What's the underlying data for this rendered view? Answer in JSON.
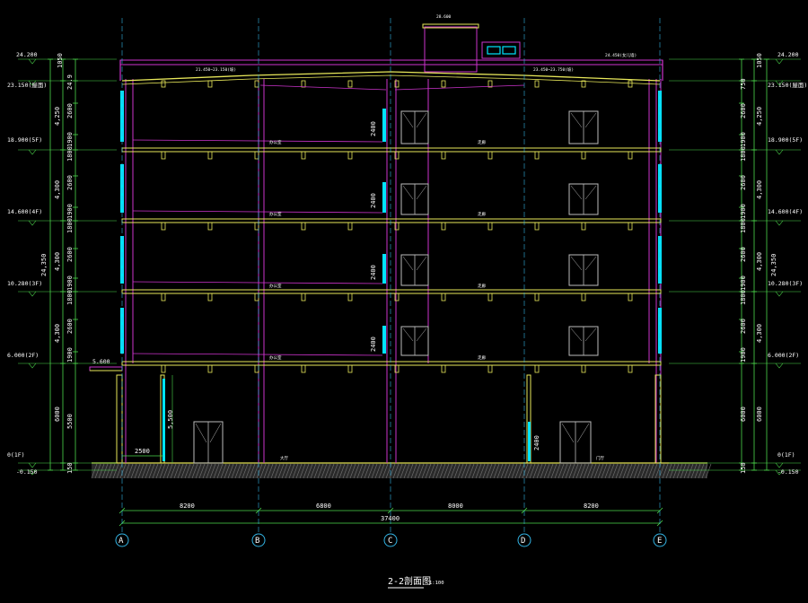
{
  "title": "2-2剖面图",
  "scale": "1:100",
  "colors": {
    "background": "#000000",
    "beam_slab": "#e8e85a",
    "wall": "#cc33cc",
    "glazing": "#00e5ff",
    "dimension": "#4cd94c",
    "axis": "#33b5e5",
    "door": "#bbbbbb",
    "ground_hatch": "#777777",
    "text": "#ffffff"
  },
  "axes": [
    "A",
    "B",
    "C",
    "D",
    "E"
  ],
  "bay_dims": [
    "8200",
    "6800",
    "8000",
    "8200"
  ],
  "total_dim": "37400",
  "left_levels": [
    {
      "id": "roof",
      "text": "24.200"
    },
    {
      "id": "f5r",
      "text": "23.150(屋面)"
    },
    {
      "id": "f5",
      "text": "18.900(5F)"
    },
    {
      "id": "f4",
      "text": "14.600(4F)"
    },
    {
      "id": "f3",
      "text": "10.280(3F)"
    },
    {
      "id": "f2",
      "text": "6.000(2F)"
    },
    {
      "id": "f1",
      "text": "0(1F)"
    },
    {
      "id": "base",
      "text": "-0.150"
    }
  ],
  "right_levels": [
    {
      "id": "roof",
      "text": "24.200"
    },
    {
      "id": "f5r",
      "text": "23.150(屋面)"
    },
    {
      "id": "f5",
      "text": "18.900(5F)"
    },
    {
      "id": "f4",
      "text": "14.600(4F)"
    },
    {
      "id": "f3",
      "text": "10.280(3F)"
    },
    {
      "id": "f2",
      "text": "6.000(2F)"
    },
    {
      "id": "f1",
      "text": "0(1F)"
    },
    {
      "id": "base",
      "text": "-0.150"
    }
  ],
  "left_dims_inner": [
    {
      "id": "d1",
      "text": "1050"
    },
    {
      "id": "d2",
      "text": "24.9"
    },
    {
      "id": "d3",
      "text": "2600"
    },
    {
      "id": "d4",
      "text": "1900"
    },
    {
      "id": "d5",
      "text": "1800"
    },
    {
      "id": "d6",
      "text": "2600"
    },
    {
      "id": "d7",
      "text": "1900"
    },
    {
      "id": "d8",
      "text": "1800"
    },
    {
      "id": "d9",
      "text": "2600"
    },
    {
      "id": "d10",
      "text": "1900"
    },
    {
      "id": "d11",
      "text": "1800"
    },
    {
      "id": "d12",
      "text": "2600"
    },
    {
      "id": "d13",
      "text": "1900"
    },
    {
      "id": "d14",
      "text": "5500"
    },
    {
      "id": "d15",
      "text": "150"
    }
  ],
  "left_dims_floor": [
    {
      "id": "e1",
      "text": "4,250"
    },
    {
      "id": "e2",
      "text": "4,300"
    },
    {
      "id": "e3",
      "text": "4,300"
    },
    {
      "id": "e4",
      "text": "4,300"
    },
    {
      "id": "e5",
      "text": "6000"
    }
  ],
  "left_total": "24,350",
  "right_dims_inner": [
    {
      "id": "r1",
      "text": "1050"
    },
    {
      "id": "r2",
      "text": "750"
    },
    {
      "id": "r3",
      "text": "2600"
    },
    {
      "id": "r4",
      "text": "1900"
    },
    {
      "id": "r5",
      "text": "1800"
    },
    {
      "id": "r6",
      "text": "2600"
    },
    {
      "id": "r7",
      "text": "1900"
    },
    {
      "id": "r8",
      "text": "1800"
    },
    {
      "id": "r9",
      "text": "2600"
    },
    {
      "id": "r10",
      "text": "1900"
    },
    {
      "id": "r11",
      "text": "1800"
    },
    {
      "id": "r12",
      "text": "2600"
    },
    {
      "id": "r13",
      "text": "1900"
    },
    {
      "id": "r14",
      "text": "6000"
    },
    {
      "id": "r15",
      "text": "150"
    }
  ],
  "right_dims_floor": [
    {
      "id": "s1",
      "text": "4,250"
    },
    {
      "id": "s2",
      "text": "4,300"
    },
    {
      "id": "s3",
      "text": "4,300"
    },
    {
      "id": "s4",
      "text": "4,300"
    },
    {
      "id": "s5",
      "text": "6000"
    }
  ],
  "right_total": "24,350",
  "canopy_level": "5.600",
  "canopy_depth": "2500",
  "col_height": "5,500",
  "door_height": "2400",
  "window_height": "2400",
  "roof_label_left": "21.450~23.150(坡)",
  "roof_label_right": "23.450~23.750(坡)",
  "parapet_label": "24.450(女儿墙)",
  "stair_top": "28.600",
  "room_left": "办公室",
  "room_right": "走廊",
  "ground_left": "大厅",
  "ground_right": "门厅"
}
